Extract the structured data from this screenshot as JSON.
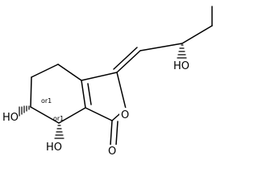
{
  "molecule": {
    "atoms": {
      "ring_oxygen": "O",
      "carbonyl_oxygen": "O",
      "side_chain_hydroxyl": "HO",
      "ring_hydroxyl_left": "HO",
      "ring_hydroxyl_lower": "HO"
    },
    "stereo_labels": {
      "upper": "or1",
      "lower": "or1"
    },
    "colors": {
      "bond": "#000000",
      "text": "#000000",
      "background": "#ffffff"
    }
  }
}
